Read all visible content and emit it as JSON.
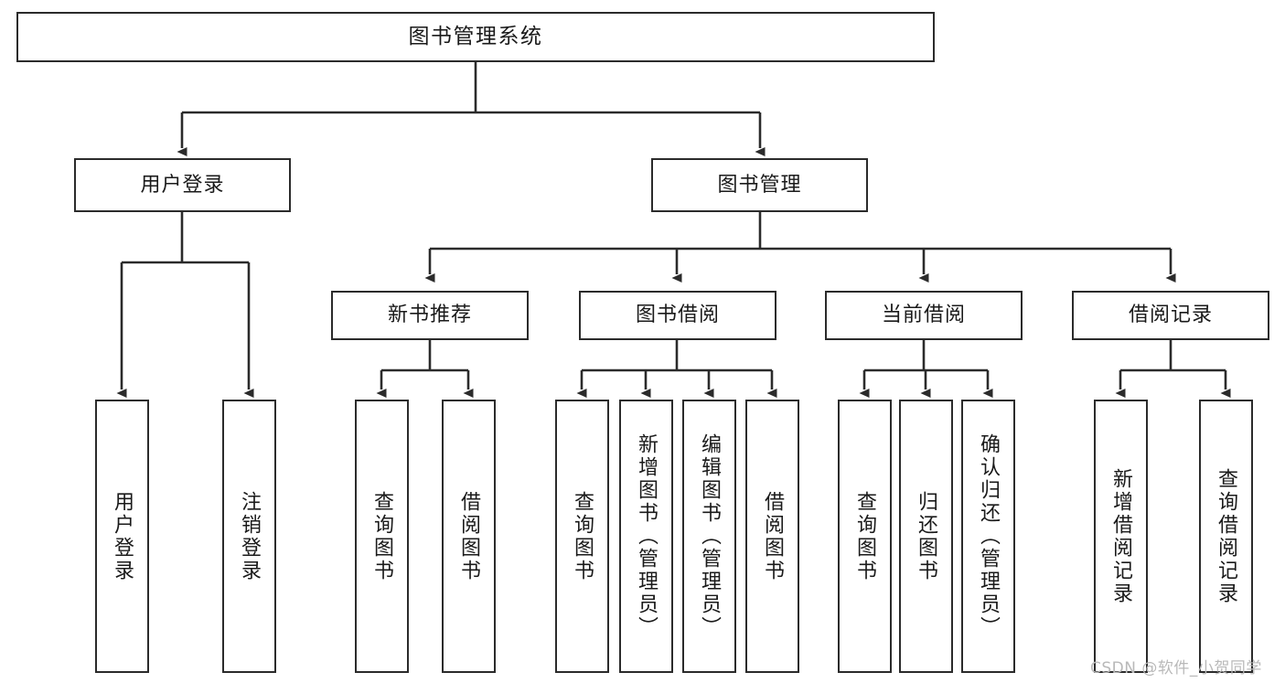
{
  "diagram": {
    "title": "图书管理系统",
    "type": "hierarchy-tree",
    "background_color": "#ffffff",
    "box_border_color": "#2b2b2b",
    "text_color": "#1a1a1a",
    "connector_color": "#2b2b2b"
  },
  "watermark": {
    "text": "CSDN @软件_小贺同学",
    "color": "#b9b9b9"
  },
  "nodes": {
    "root": {
      "label": "图书管理系统",
      "level": 1
    },
    "level2": [
      {
        "id": "user-login",
        "label": "用户登录"
      },
      {
        "id": "book-management",
        "label": "图书管理"
      }
    ],
    "level3": [
      {
        "id": "new-book-recommend",
        "label": "新书推荐"
      },
      {
        "id": "book-borrow",
        "label": "图书借阅"
      },
      {
        "id": "current-borrow",
        "label": "当前借阅"
      },
      {
        "id": "borrow-record",
        "label": "借阅记录"
      }
    ],
    "leaves": {
      "user_login": [
        {
          "id": "leaf-user-login",
          "label": "用户登录"
        },
        {
          "id": "leaf-logout-login",
          "label": "注销登录"
        }
      ],
      "new_book_recommend": [
        {
          "id": "leaf-query-book-1",
          "label": "查询图书"
        },
        {
          "id": "leaf-borrow-book-1",
          "label": "借阅图书"
        }
      ],
      "book_borrow": [
        {
          "id": "leaf-query-book-2",
          "label": "查询图书"
        },
        {
          "id": "leaf-add-book",
          "label": "新增图书（管理员）"
        },
        {
          "id": "leaf-edit-book",
          "label": "编辑图书（管理员）"
        },
        {
          "id": "leaf-borrow-book-2",
          "label": "借阅图书"
        }
      ],
      "current_borrow": [
        {
          "id": "leaf-query-book-3",
          "label": "查询图书"
        },
        {
          "id": "leaf-return-book",
          "label": "归还图书"
        },
        {
          "id": "leaf-confirm-return",
          "label": "确认归还（管理员）"
        }
      ],
      "borrow_record": [
        {
          "id": "leaf-add-record",
          "label": "新增借阅记录"
        },
        {
          "id": "leaf-query-record",
          "label": "查询借阅记录"
        }
      ]
    }
  }
}
